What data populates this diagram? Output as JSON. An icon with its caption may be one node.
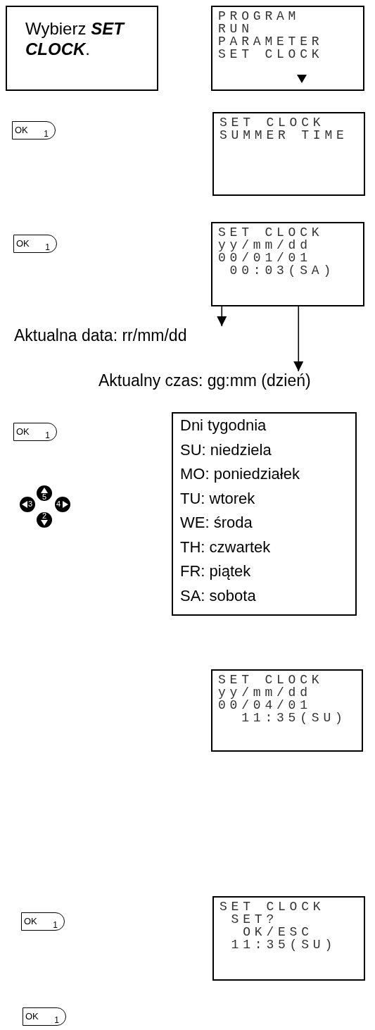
{
  "diagram": {
    "nodes": [
      {
        "text": [
          "Wybierz **SET CLOCK**."
        ]
      },
      {
        "text": [
          "PROGRAM",
          "RUN",
          "PARAMETER",
          "SET CLOCK"
        ]
      },
      {
        "text": [
          "OK",
          "1"
        ]
      },
      {
        "text": [
          "SET CLOCK",
          "SUMMER TIME"
        ]
      },
      {
        "text": [
          "OK",
          "1"
        ]
      },
      {
        "text": [
          "SET CLOCK",
          "yy/mm/dd",
          "00/01/01",
          "00:03(SA)"
        ]
      },
      {
        "text": [
          "Aktualna data: rr/mm/dd"
        ]
      },
      {
        "text": [
          "Aktualny czas: gg:mm (dzień)"
        ]
      },
      {
        "text": [
          "OK",
          "1"
        ]
      },
      {
        "text": [
          "Dni tygodnia",
          "SU: niedziela",
          "MO: poniedziałek",
          "TU: wtorek",
          "WE: środa",
          "TH: czwartek",
          "FR: piątek",
          "SA: sobota"
        ]
      },
      {
        "text": [
          "5"
        ]
      },
      {
        "text": [
          "3"
        ]
      },
      {
        "text": [
          "4"
        ]
      },
      {
        "text": [
          "2"
        ]
      },
      {
        "text": [
          "SET CLOCK",
          "yy/mm/dd",
          "00/04/01",
          "11:35(SU)"
        ]
      },
      {
        "text": [
          "OK",
          "1"
        ]
      },
      {
        "text": [
          "SET CLOCK",
          "SET?",
          "OK/ESC",
          "11:35(SU)"
        ]
      },
      {
        "text": [
          "OK",
          "1"
        ]
      }
    ],
    "edges": [
      {
        "from": 5,
        "to": 6,
        "arrow": "to"
      },
      {
        "from": 5,
        "to": 7,
        "arrow": "to"
      }
    ]
  }
}
